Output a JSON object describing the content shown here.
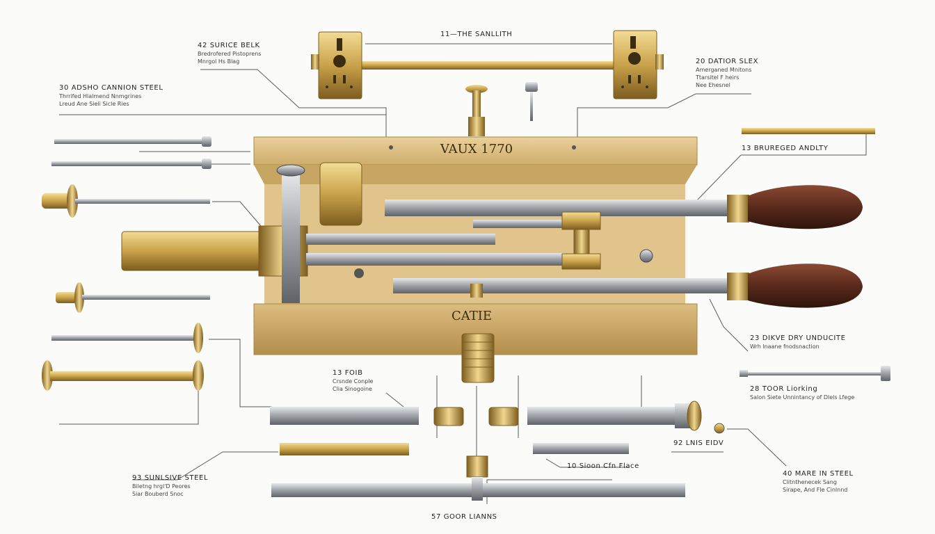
{
  "labels": {
    "top_center": {
      "title": "11—THE SANLLITH"
    },
    "top_left_1": {
      "title": "42 SURICE BELK",
      "lines": [
        "Bredrofered Pistoprens",
        "Mnrgol Hs Blag"
      ]
    },
    "left_1": {
      "title": "30 ADSHO CANNION STEEL",
      "lines": [
        "Thrrifed Hlalmend Nnmgrines",
        "Lreud Ane Sieli Sicle Ries"
      ]
    },
    "top_right_1": {
      "title": "20 DATIOR SLEX",
      "lines": [
        "Amerganed Mnitons",
        "Ttarsitel F heirs",
        "Nee Ehesnel"
      ]
    },
    "right_1": {
      "title": "13 BRUREGED ANDLTY"
    },
    "right_2": {
      "title": "23 DIKVE DRY UNDUCITE",
      "lines": [
        "Wrh lnaane fnodsnaction"
      ]
    },
    "center_1": {
      "title": "13 FOIB",
      "lines": [
        "Crsnde Conple",
        "Clia Sinogoine"
      ]
    },
    "right_3": {
      "title": "28 TOOR Liorking",
      "lines": [
        "Salon Siete Unnintancy of Dlels Lfege"
      ]
    },
    "right_4": {
      "title": "92 LNIS EIDV"
    },
    "center_2": {
      "title": "10 Sioon Cfn Flace"
    },
    "right_5": {
      "title": "40 MARE IN STEEL",
      "lines": [
        "Clitnthenecek Sang",
        "Sirape, And Fle Cinlnnd"
      ]
    },
    "bottom_left": {
      "title": "93 SUNLSIVE STEEL",
      "lines": [
        "Biletng hrgl'D Peores",
        "Siar Bouberd Snoc"
      ]
    },
    "bottom_center": {
      "title": "57 GOOR LIANNS"
    }
  },
  "engraving": {
    "top": "VAUX 1770",
    "front": "CATIE"
  },
  "colors": {
    "brass": "#c9a24a",
    "wood": "#d9b877",
    "steel": "#9ea3a8",
    "handle": "#5a2a1c",
    "line": "#5a5a5a"
  }
}
